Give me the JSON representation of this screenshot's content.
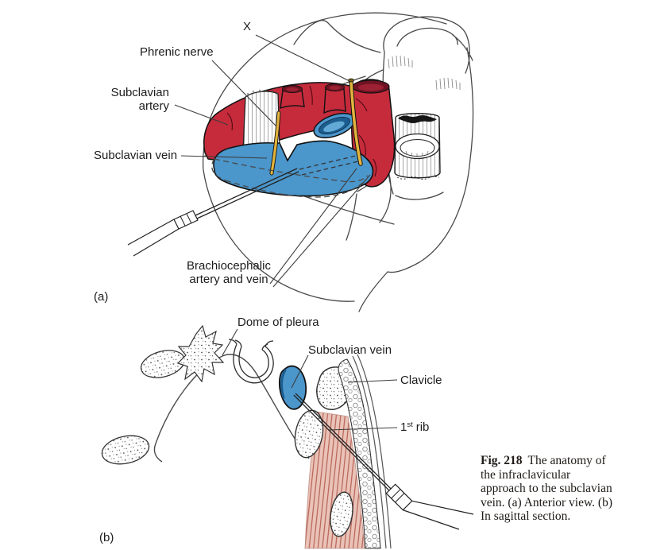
{
  "figure": {
    "panel_a": {
      "panel_label": "(a)",
      "labels": {
        "x_nerve": "X",
        "phrenic_nerve": "Phrenic nerve",
        "subclavian_artery_line1": "Subclavian",
        "subclavian_artery_line2": "artery",
        "subclavian_vein": "Subclavian vein",
        "brachiocephalic_line1": "Brachiocephalic",
        "brachiocephalic_line2": "artery and vein"
      }
    },
    "panel_b": {
      "panel_label": "(b)",
      "labels": {
        "dome_of_pleura": "Dome of pleura",
        "subclavian_vein": "Subclavian vein",
        "clavicle": "Clavicle",
        "first_rib": {
          "num": "1",
          "sup": "st",
          "rest": "rib"
        }
      }
    }
  },
  "caption": {
    "fig_label": "Fig. 218",
    "text": "The anatomy of the infraclavicular approach to the subclavian vein. (a) Anterior view. (b) In sagittal section."
  },
  "colors": {
    "artery_red": "#c62b3c",
    "artery_cut": "#6f1322",
    "artery_cut_inner": "#9b2133",
    "vein_blue": "#4b96cb",
    "vein_dark": "#1c5d8f",
    "vein_light": "#63a9d6",
    "nerve_yellow": "#e2b33c",
    "muscle_pink": "#eac3b8",
    "muscle_fiber": "#b2584c",
    "outline_dark": "#1a1a1a",
    "background": "#ffffff"
  }
}
